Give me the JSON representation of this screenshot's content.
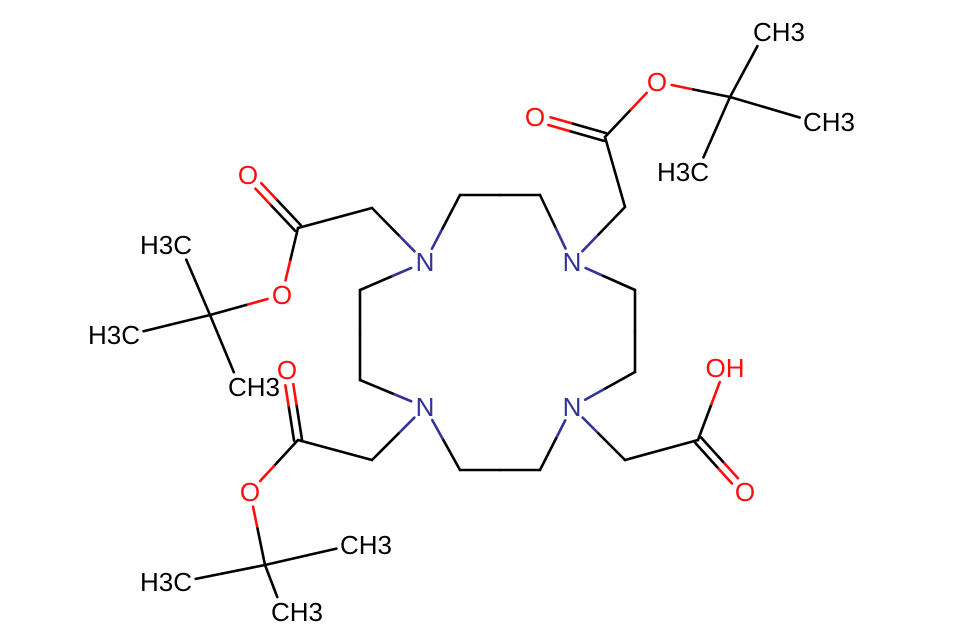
{
  "diagram": {
    "colors": {
      "bond": "#000000",
      "nitrogen": "#33339a",
      "oxygen": "#ff0d0d",
      "carbon": "#000000"
    },
    "labels": {
      "n1": "N",
      "n2": "N",
      "n3": "N",
      "n4": "N",
      "o_tr_carbonyl": "O",
      "o_tr_ester": "O",
      "o_tl_carbonyl": "O",
      "o_tl_ester": "O",
      "o_bl_carbonyl": "O",
      "o_bl_ester": "O",
      "o_br_hydroxyl": "OH",
      "o_br_carbonyl": "O",
      "ch3_tr_top": "CH3",
      "ch3_tr_right": "CH3",
      "ch3_tr_left": "H3C",
      "ch3_tl_top": "H3C",
      "ch3_tl_left": "H3C",
      "ch3_tl_bottom": "CH3",
      "ch3_bl_right": "CH3",
      "ch3_bl_left": "H3C",
      "ch3_bl_bottom": "CH3"
    }
  }
}
